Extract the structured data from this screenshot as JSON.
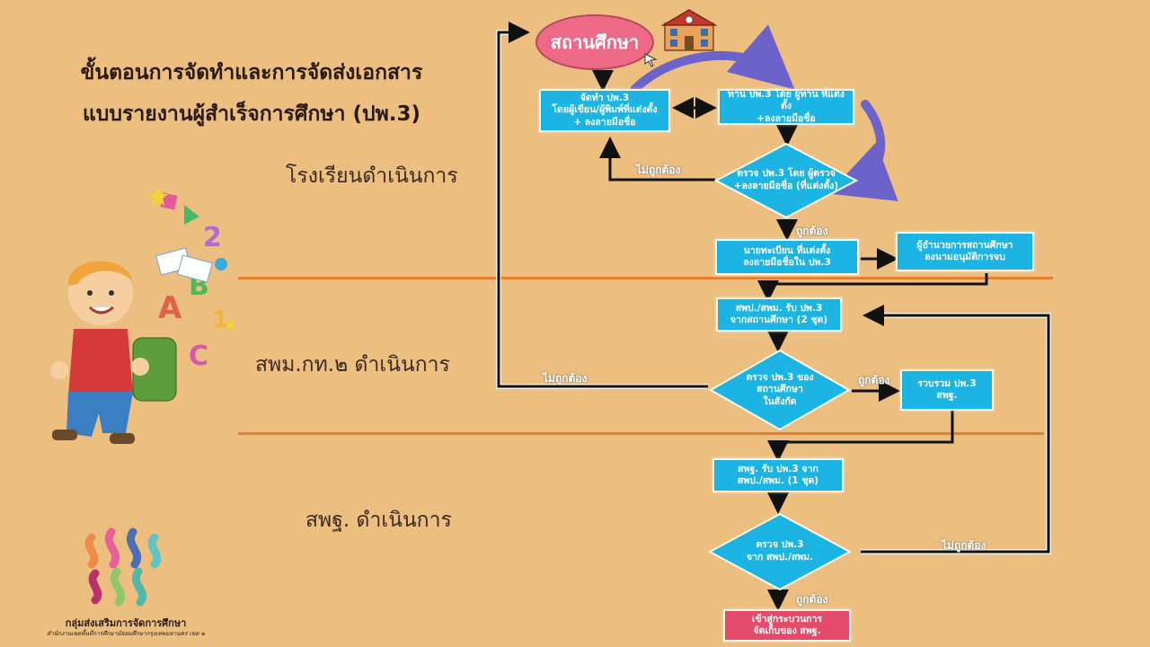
{
  "title": {
    "line1": "ขั้นตอนการจัดทำและการจัดส่งเอกสาร",
    "line2": "แบบรายงานผู้สำเร็จการศึกษา (ปพ.3)"
  },
  "stages": {
    "school": "โรงเรียนดำเนินการ",
    "spm": "สพม.กท.๒ ดำเนินการ",
    "spt": "สพฐ. ดำเนินการ"
  },
  "flow": {
    "start": "สถานศึกษา",
    "n1": "จัดทำ ปพ.3\nโดยผู้เขียน/ผู้พิมพ์ที่แต่งตั้ง\n+ ลงลายมือชื่อ",
    "n2": "ทาน ปพ.3 โดย ผู้ทาน ที่แต่งตั้ง\n+ลงลายมือชื่อ",
    "d1": "ตรวจ ปพ.3 โดย ผู้ตรวจ\n+ลงลายมือชื่อ (ที่แต่งตั้ง)",
    "n3": "นายทะเบียน ที่แต่งตั้ง\nลงลายมือชื่อใน ปพ.3",
    "n4": "ผู้อำนวยการสถานศึกษา\nลงนามอนุมัติการจบ",
    "n5": "สพป./สพม. รับ ปพ.3\nจากสถานศึกษา (2 ชุด)",
    "d2": "ตรวจ ปพ.3 ของ\nสถานศึกษา\nในสังกัด",
    "n6": "รวบรวม ปพ.3\nสพฐ.",
    "n7": "สพฐ. รับ ปพ.3 จาก\nสพป./สพม. (1 ชุด)",
    "d3": "ตรวจ ปพ.3\nจาก สพป./สพม.",
    "end": "เข้าสู่กระบวนการ\nจัดเก็บของ สพฐ.",
    "incorrect": "ไม่ถูกต้อง",
    "correct": "ถูกต้อง"
  },
  "logo": {
    "name": "กลุ่มส่งเสริมการจัดการศึกษา",
    "subtitle": "สำนักงานเขตพื้นที่การศึกษามัธยมศึกษากรุงเทพมหานคร เขต ๒"
  },
  "colors": {
    "background": "#ecbe80",
    "node": "#1bb4e3",
    "end_node": "#e44a6a",
    "start_node": "#ec6a85",
    "divider": "#e5802f",
    "swoosh": "#6b63c9"
  }
}
